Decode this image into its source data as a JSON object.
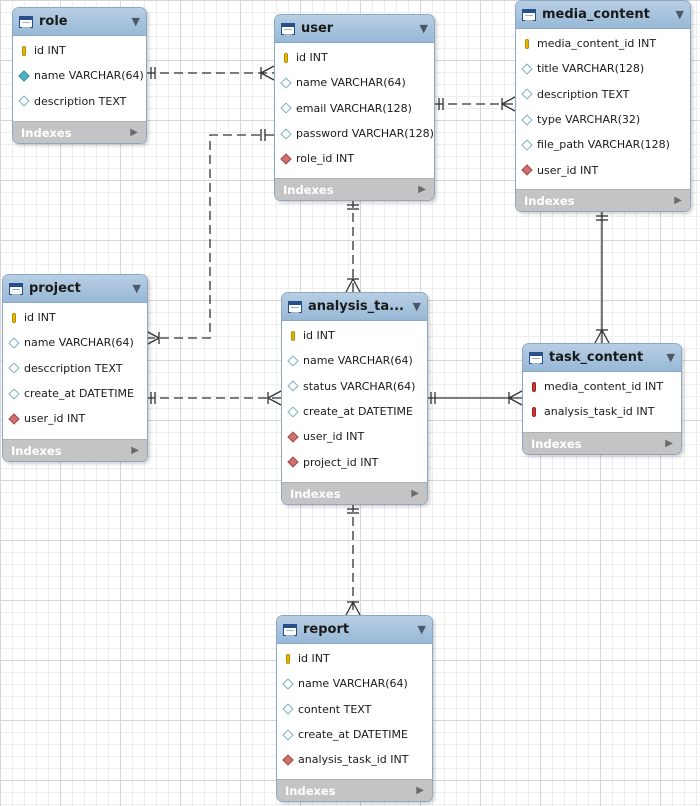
{
  "footer_label": "Indexes",
  "entities": {
    "role": {
      "title": "role",
      "columns": [
        {
          "text": "id INT",
          "icon": "primary-key-icon"
        },
        {
          "text": "name VARCHAR(64)",
          "icon": "indexed-column-icon"
        },
        {
          "text": "description TEXT",
          "icon": "column-icon"
        }
      ]
    },
    "user": {
      "title": "user",
      "columns": [
        {
          "text": "id INT",
          "icon": "primary-key-icon"
        },
        {
          "text": "name VARCHAR(64)",
          "icon": "column-icon"
        },
        {
          "text": "email VARCHAR(128)",
          "icon": "column-icon"
        },
        {
          "text": "password VARCHAR(128)",
          "icon": "column-icon"
        },
        {
          "text": "role_id INT",
          "icon": "foreign-key-icon"
        }
      ]
    },
    "media_content": {
      "title": "media_content",
      "columns": [
        {
          "text": "media_content_id INT",
          "icon": "primary-key-icon"
        },
        {
          "text": "title VARCHAR(128)",
          "icon": "column-icon"
        },
        {
          "text": "description TEXT",
          "icon": "column-icon"
        },
        {
          "text": "type VARCHAR(32)",
          "icon": "column-icon"
        },
        {
          "text": "file_path VARCHAR(128)",
          "icon": "column-icon"
        },
        {
          "text": "user_id INT",
          "icon": "foreign-key-icon"
        }
      ]
    },
    "project": {
      "title": "project",
      "columns": [
        {
          "text": "id INT",
          "icon": "primary-key-icon"
        },
        {
          "text": "name VARCHAR(64)",
          "icon": "column-icon"
        },
        {
          "text": "desccription TEXT",
          "icon": "column-icon"
        },
        {
          "text": "create_at DATETIME",
          "icon": "column-icon"
        },
        {
          "text": "user_id INT",
          "icon": "foreign-key-icon"
        }
      ]
    },
    "analysis_task": {
      "title": "analysis_ta...",
      "columns": [
        {
          "text": "id INT",
          "icon": "primary-key-icon"
        },
        {
          "text": "name VARCHAR(64)",
          "icon": "column-icon"
        },
        {
          "text": "status VARCHAR(64)",
          "icon": "column-icon"
        },
        {
          "text": "create_at DATETIME",
          "icon": "column-icon"
        },
        {
          "text": "user_id INT",
          "icon": "foreign-key-icon"
        },
        {
          "text": "project_id INT",
          "icon": "foreign-key-icon"
        }
      ]
    },
    "task_content": {
      "title": "task_content",
      "columns": [
        {
          "text": "media_content_id INT",
          "icon": "primary-foreign-key-icon"
        },
        {
          "text": "analysis_task_id INT",
          "icon": "primary-foreign-key-icon"
        }
      ]
    },
    "report": {
      "title": "report",
      "columns": [
        {
          "text": "id INT",
          "icon": "primary-key-icon"
        },
        {
          "text": "name VARCHAR(64)",
          "icon": "column-icon"
        },
        {
          "text": "content TEXT",
          "icon": "column-icon"
        },
        {
          "text": "create_at DATETIME",
          "icon": "column-icon"
        },
        {
          "text": "analysis_task_id INT",
          "icon": "foreign-key-icon"
        }
      ]
    }
  },
  "relationships": [
    {
      "from": "role",
      "to": "user",
      "from_cardinality": "one",
      "to_cardinality": "many",
      "identifying": false
    },
    {
      "from": "user",
      "to": "media_content",
      "from_cardinality": "one",
      "to_cardinality": "many",
      "identifying": false
    },
    {
      "from": "user",
      "to": "project",
      "from_cardinality": "one",
      "to_cardinality": "many",
      "identifying": false
    },
    {
      "from": "user",
      "to": "analysis_task",
      "from_cardinality": "one",
      "to_cardinality": "many",
      "identifying": false
    },
    {
      "from": "project",
      "to": "analysis_task",
      "from_cardinality": "one",
      "to_cardinality": "many",
      "identifying": false
    },
    {
      "from": "media_content",
      "to": "task_content",
      "from_cardinality": "one",
      "to_cardinality": "many",
      "identifying": true
    },
    {
      "from": "analysis_task",
      "to": "task_content",
      "from_cardinality": "one",
      "to_cardinality": "many",
      "identifying": true
    },
    {
      "from": "analysis_task",
      "to": "report",
      "from_cardinality": "one",
      "to_cardinality": "many",
      "identifying": false
    }
  ],
  "colors": {
    "header": "#a7c3de",
    "footer": "#c4c4c4",
    "primary_key": "#e8b800",
    "foreign_key": "#d03a3a",
    "connector": "#333333"
  }
}
